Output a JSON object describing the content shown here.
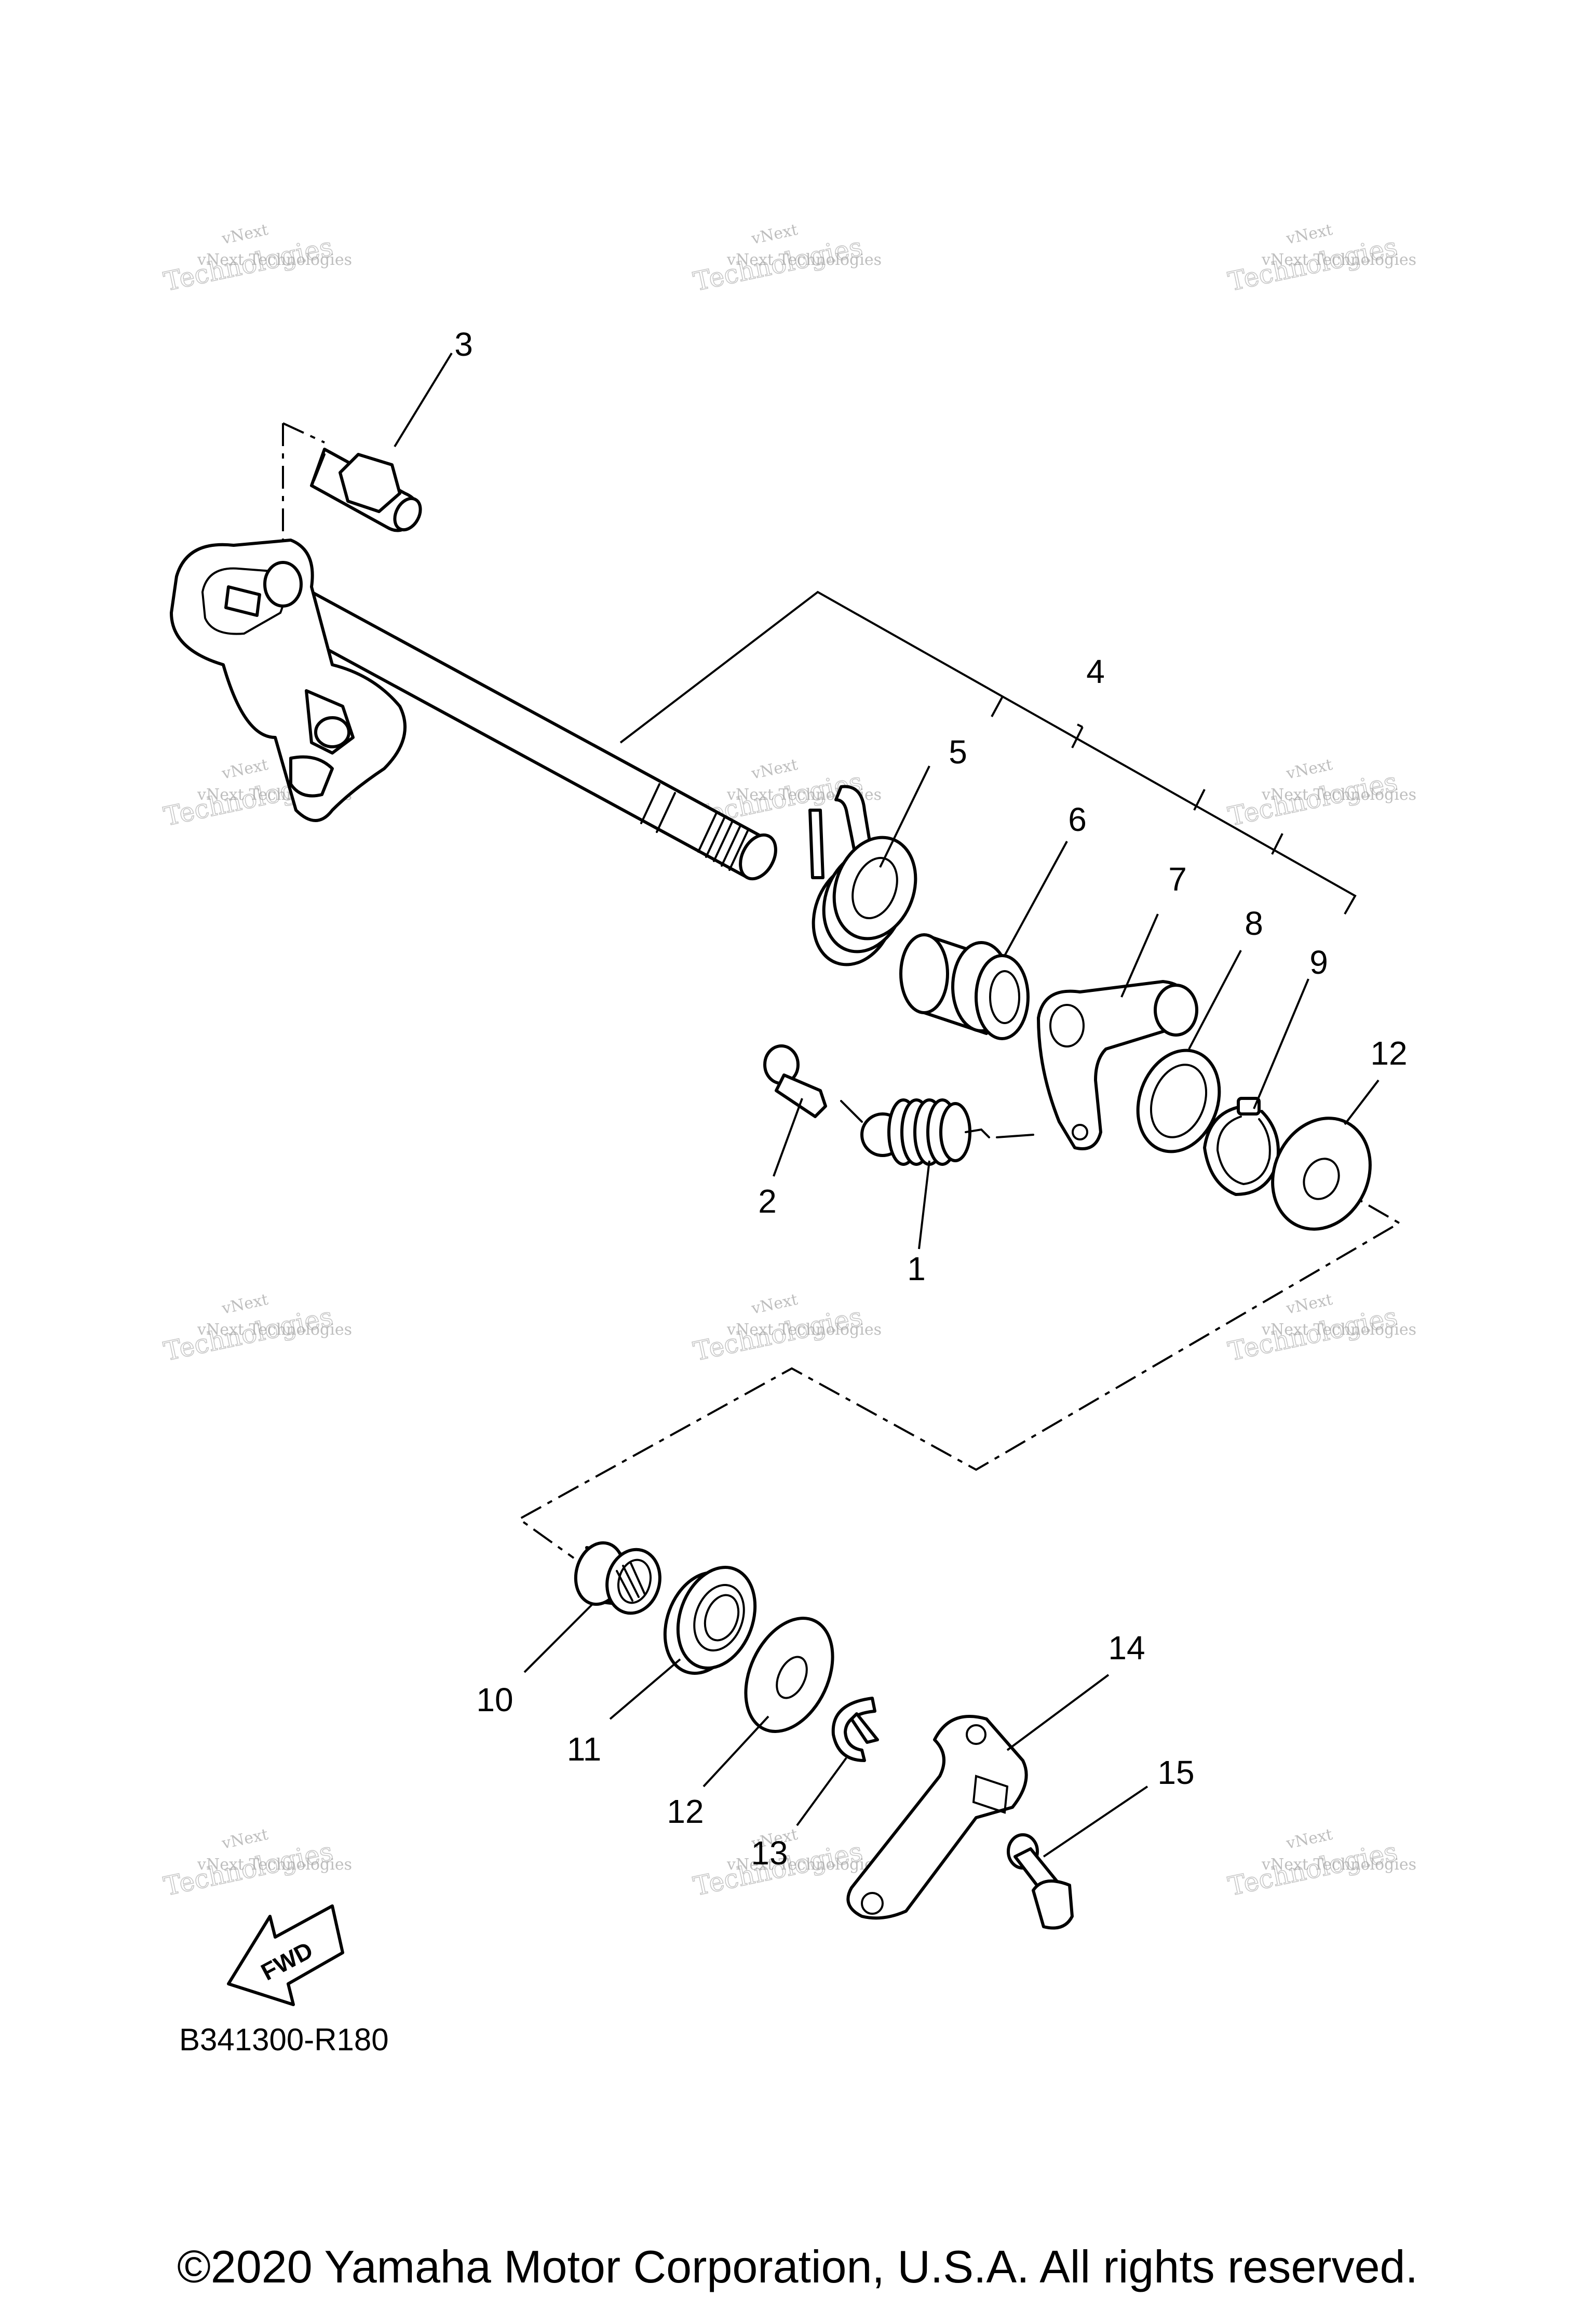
{
  "diagram": {
    "callouts": [
      "1",
      "2",
      "3",
      "4",
      "5",
      "6",
      "7",
      "8",
      "9",
      "10",
      "11",
      "12",
      "12",
      "13",
      "14",
      "15"
    ],
    "fwd_label": "FWD",
    "diagram_code": "B341300-R180",
    "copyright": "©2020 Yamaha Motor Corporation, U.S.A. All rights reserved."
  },
  "watermark": {
    "line1": "vNext",
    "line2": "vNext Technologies",
    "line3": "Technologies"
  }
}
